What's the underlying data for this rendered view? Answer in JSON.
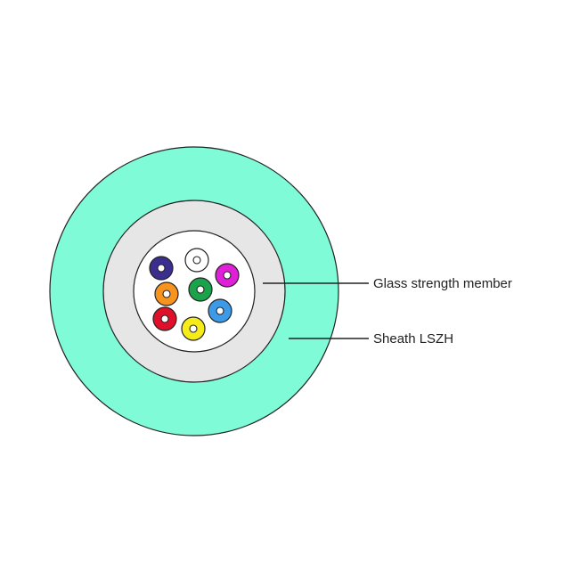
{
  "labels": {
    "strength_member": "Glass strength member",
    "sheath": "Sheath LSZH"
  },
  "colors": {
    "sheath": "#7ffbd8",
    "strength_member": "#e6e6e6",
    "core_tube": "#ffffff",
    "outline": "#222222",
    "leader_line": "#222222"
  },
  "fibers": [
    {
      "name": "white",
      "color": "#ffffff"
    },
    {
      "name": "dark-blue",
      "color": "#3a2f8f"
    },
    {
      "name": "magenta",
      "color": "#e020d8"
    },
    {
      "name": "orange",
      "color": "#f7941d"
    },
    {
      "name": "green",
      "color": "#1aa34a"
    },
    {
      "name": "blue",
      "color": "#3d9ae8"
    },
    {
      "name": "red",
      "color": "#e0102a"
    },
    {
      "name": "yellow",
      "color": "#f5ec1a"
    }
  ]
}
